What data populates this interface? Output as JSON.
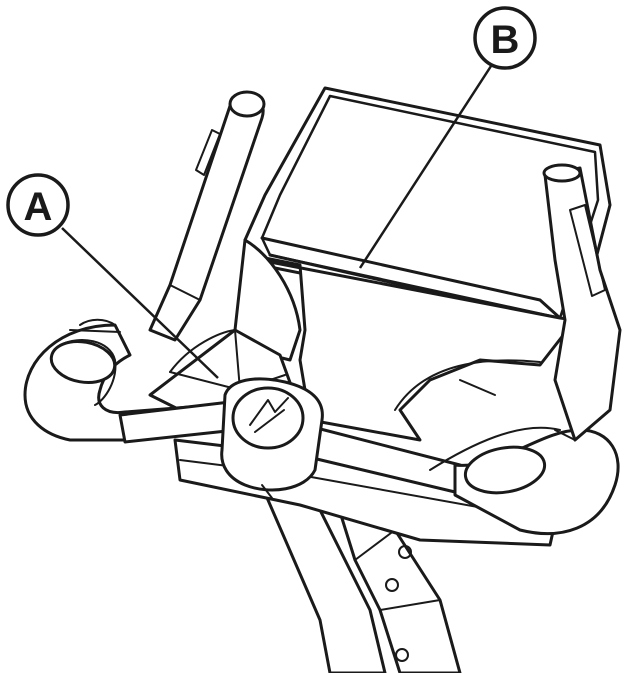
{
  "callouts": [
    {
      "id": "A",
      "label": "A"
    },
    {
      "id": "B",
      "label": "B"
    }
  ],
  "colors": {
    "ink": "#1a1a1a",
    "paper": "#ffffff",
    "shade": "#dcdcdc"
  }
}
